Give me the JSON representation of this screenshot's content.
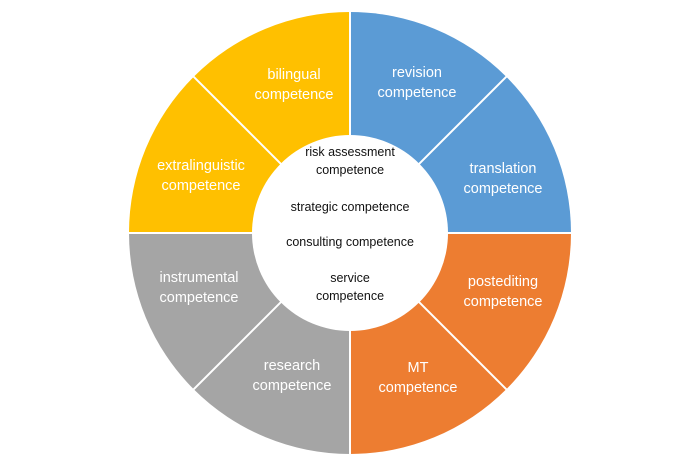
{
  "colors": {
    "yellow": "#FFC000",
    "blue": "#5B9BD5",
    "orange": "#ED7D31",
    "gray": "#A5A5A5",
    "divider": "#ffffff",
    "hub": "#ffffff"
  },
  "segments": [
    {
      "id": "revision",
      "color": "blue",
      "lines": [
        "revision",
        "competence"
      ]
    },
    {
      "id": "translation",
      "color": "blue",
      "lines": [
        "translation",
        "competence"
      ]
    },
    {
      "id": "postediting",
      "color": "orange",
      "lines": [
        "postediting",
        "competence"
      ]
    },
    {
      "id": "mt",
      "color": "orange",
      "lines": [
        "MT",
        "competence"
      ]
    },
    {
      "id": "research",
      "color": "gray",
      "lines": [
        "research",
        "competence"
      ]
    },
    {
      "id": "instrumental",
      "color": "gray",
      "lines": [
        "instrumental",
        "competence"
      ]
    },
    {
      "id": "extralinguistic",
      "color": "yellow",
      "lines": [
        "extralinguistic",
        "competence"
      ]
    },
    {
      "id": "bilingual",
      "color": "yellow",
      "lines": [
        "bilingual",
        "competence"
      ]
    }
  ],
  "center": {
    "items": [
      {
        "id": "risk-assessment",
        "lines": [
          "risk assessment",
          "competence"
        ]
      },
      {
        "id": "strategic",
        "lines": [
          "strategic competence"
        ]
      },
      {
        "id": "consulting",
        "lines": [
          "consulting competence"
        ]
      },
      {
        "id": "service",
        "lines": [
          "service",
          "competence"
        ]
      }
    ]
  }
}
